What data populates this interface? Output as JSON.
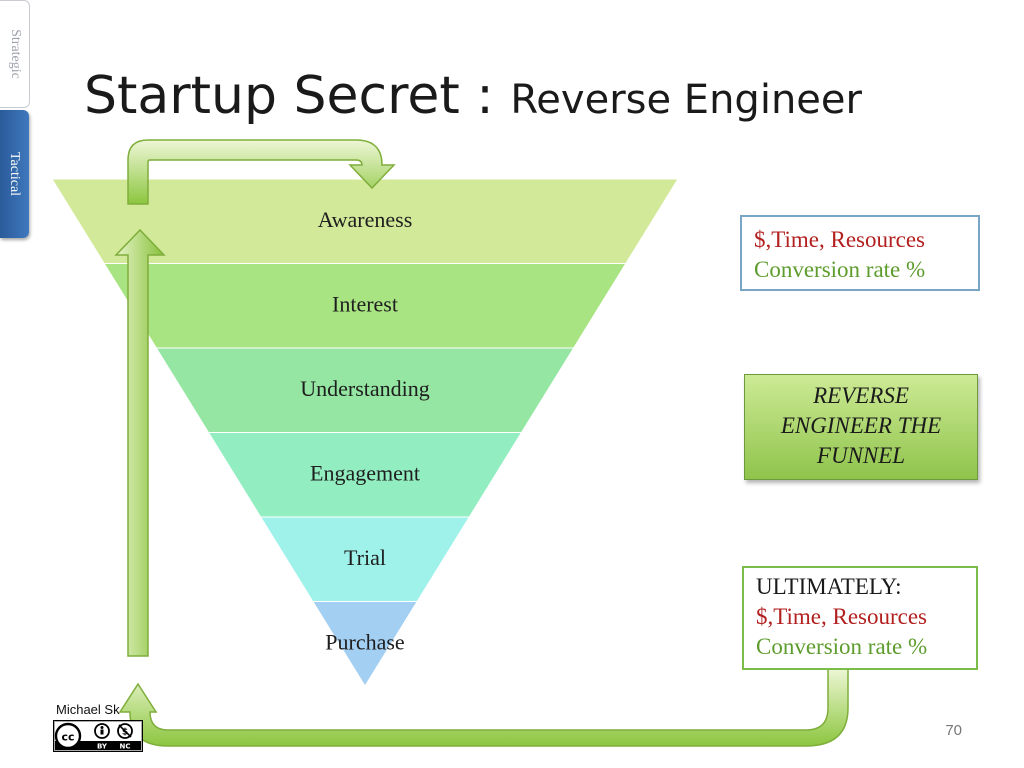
{
  "side_tabs": {
    "strategic": "Strategic",
    "tactical": "Tactical"
  },
  "title": {
    "main": "Startup Secret : ",
    "sub": "Reverse Engineer"
  },
  "funnel": {
    "levels": [
      "Awareness",
      "Interest",
      "Understanding",
      "Engagement",
      "Trial",
      "Purchase"
    ],
    "colors": [
      "#d3e99a",
      "#a9e483",
      "#94e6a2",
      "#92edc1",
      "#9ef2ea",
      "#a3cff2"
    ]
  },
  "boxes": {
    "top": {
      "line1": "$,Time, Resources",
      "line2": "Conversion rate %"
    },
    "middle": {
      "line1": "REVERSE",
      "line2": "ENGINEER THE",
      "line3": "FUNNEL"
    },
    "bottom": {
      "line1": "ULTIMATELY:",
      "line2": "$,Time, Resources",
      "line3": "Conversion rate %"
    }
  },
  "colors": {
    "cost_red": "#b32020",
    "conversion_green": "#5d9c2d",
    "arrow_green": "#8cc63f"
  },
  "footer": {
    "author": "Michael Sk",
    "license": {
      "cc": "cc",
      "by": "BY",
      "nc": "NC"
    },
    "page_number": "70"
  }
}
